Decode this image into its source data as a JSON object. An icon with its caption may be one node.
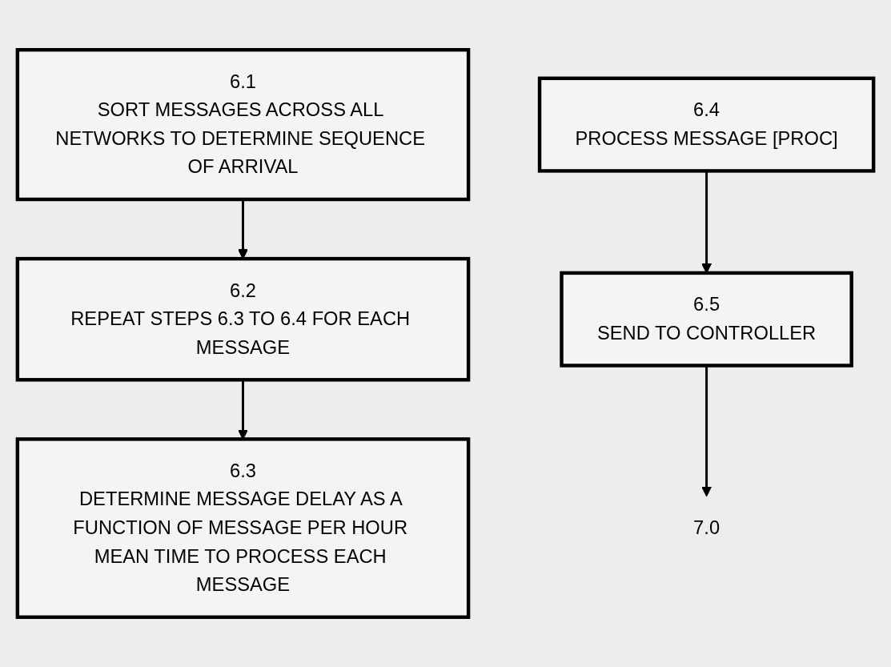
{
  "diagram": {
    "nodes": [
      {
        "text": [
          "6.1",
          "SORT MESSAGES ACROSS ALL NETWORKS TO DETERMINE SEQUENCE OF ARRIVAL"
        ]
      },
      {
        "text": [
          "6.2",
          "REPEAT STEPS 6.3 TO 6.4 FOR EACH MESSAGE"
        ]
      },
      {
        "text": [
          "6.3",
          "DETERMINE MESSAGE DELAY AS A FUNCTION OF MESSAGE PER HOUR MEAN TIME TO PROCESS EACH MESSAGE"
        ]
      },
      {
        "text": [
          "6.4",
          "PROCESS MESSAGE [PROC]"
        ]
      },
      {
        "text": [
          "6.5",
          "SEND TO CONTROLLER"
        ]
      },
      {
        "text": [
          "7.0"
        ]
      }
    ],
    "edges": [
      {
        "from": 0,
        "to": 1,
        "arrow": "to"
      },
      {
        "from": 1,
        "to": 2,
        "arrow": "to"
      },
      {
        "from": 3,
        "to": 4,
        "arrow": "to"
      },
      {
        "from": 4,
        "to": 5,
        "arrow": "to"
      }
    ]
  }
}
